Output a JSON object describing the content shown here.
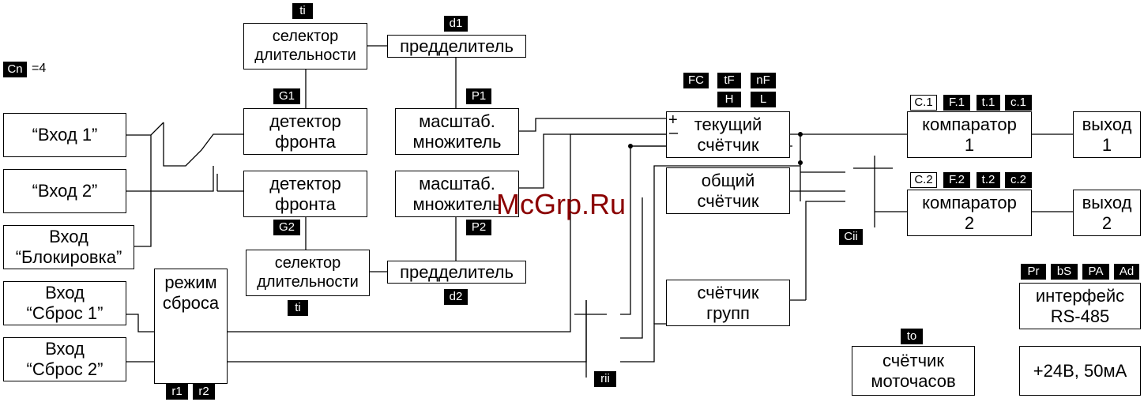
{
  "tags": {
    "ti_top": "ti",
    "d1": "d1",
    "G1": "G1",
    "P1": "P1",
    "G2": "G2",
    "P2": "P2",
    "ti_bottom": "ti",
    "d2": "d2",
    "Cn": "Cn",
    "Cn_value": "=4",
    "FC": "FC",
    "tF": "tF",
    "nF": "nF",
    "H": "H",
    "L": "L",
    "C1": "C.1",
    "F1": "F.1",
    "t1": "t.1",
    "c1": "c.1",
    "C2": "C.2",
    "F2": "F.2",
    "t2": "t.2",
    "c2": "c.2",
    "Cii": "Cii",
    "rii": "rii",
    "r1": "r1",
    "r2": "r2",
    "to": "to",
    "Pr": "Pr",
    "bS": "bS",
    "PA": "PA",
    "Ad": "Ad"
  },
  "blocks": {
    "input1": [
      "“Вход 1”"
    ],
    "input2": [
      "“Вход 2”"
    ],
    "input_lock": [
      "Вход",
      "“Блокировка”"
    ],
    "input_reset1": [
      "Вход",
      "“Сброс 1”"
    ],
    "input_reset2": [
      "Вход",
      "“Сброс 2”"
    ],
    "duration_selector_top": [
      "селектор",
      "длительности"
    ],
    "duration_selector_bottom": [
      "селектор",
      "длительности"
    ],
    "prescaler_top": [
      "предделитель"
    ],
    "prescaler_bottom": [
      "предделитель"
    ],
    "edge_detector_1": [
      "детектор",
      "фронта"
    ],
    "edge_detector_2": [
      "детектор",
      "фронта"
    ],
    "scale_mult_1": [
      "масштаб.",
      "множитель"
    ],
    "scale_mult_2": [
      "масштаб.",
      "множитель"
    ],
    "reset_mode": [
      "режим",
      "сброса"
    ],
    "current_counter": [
      "текущий",
      "счётчик"
    ],
    "total_counter": [
      "общий",
      "счётчик"
    ],
    "group_counter": [
      "счётчик",
      "групп"
    ],
    "comparator_1": [
      "компаратор",
      "1"
    ],
    "comparator_2": [
      "компаратор",
      "2"
    ],
    "output_1": [
      "выход",
      "1"
    ],
    "output_2": [
      "выход",
      "2"
    ],
    "interface": [
      "интерфейс",
      "RS-485"
    ],
    "power": [
      "+24В, 50мА"
    ],
    "hour_meter": [
      "счётчик",
      "моточасов"
    ]
  },
  "signs": {
    "plus": "+",
    "minus": "–"
  },
  "watermark": "McGrp.Ru"
}
